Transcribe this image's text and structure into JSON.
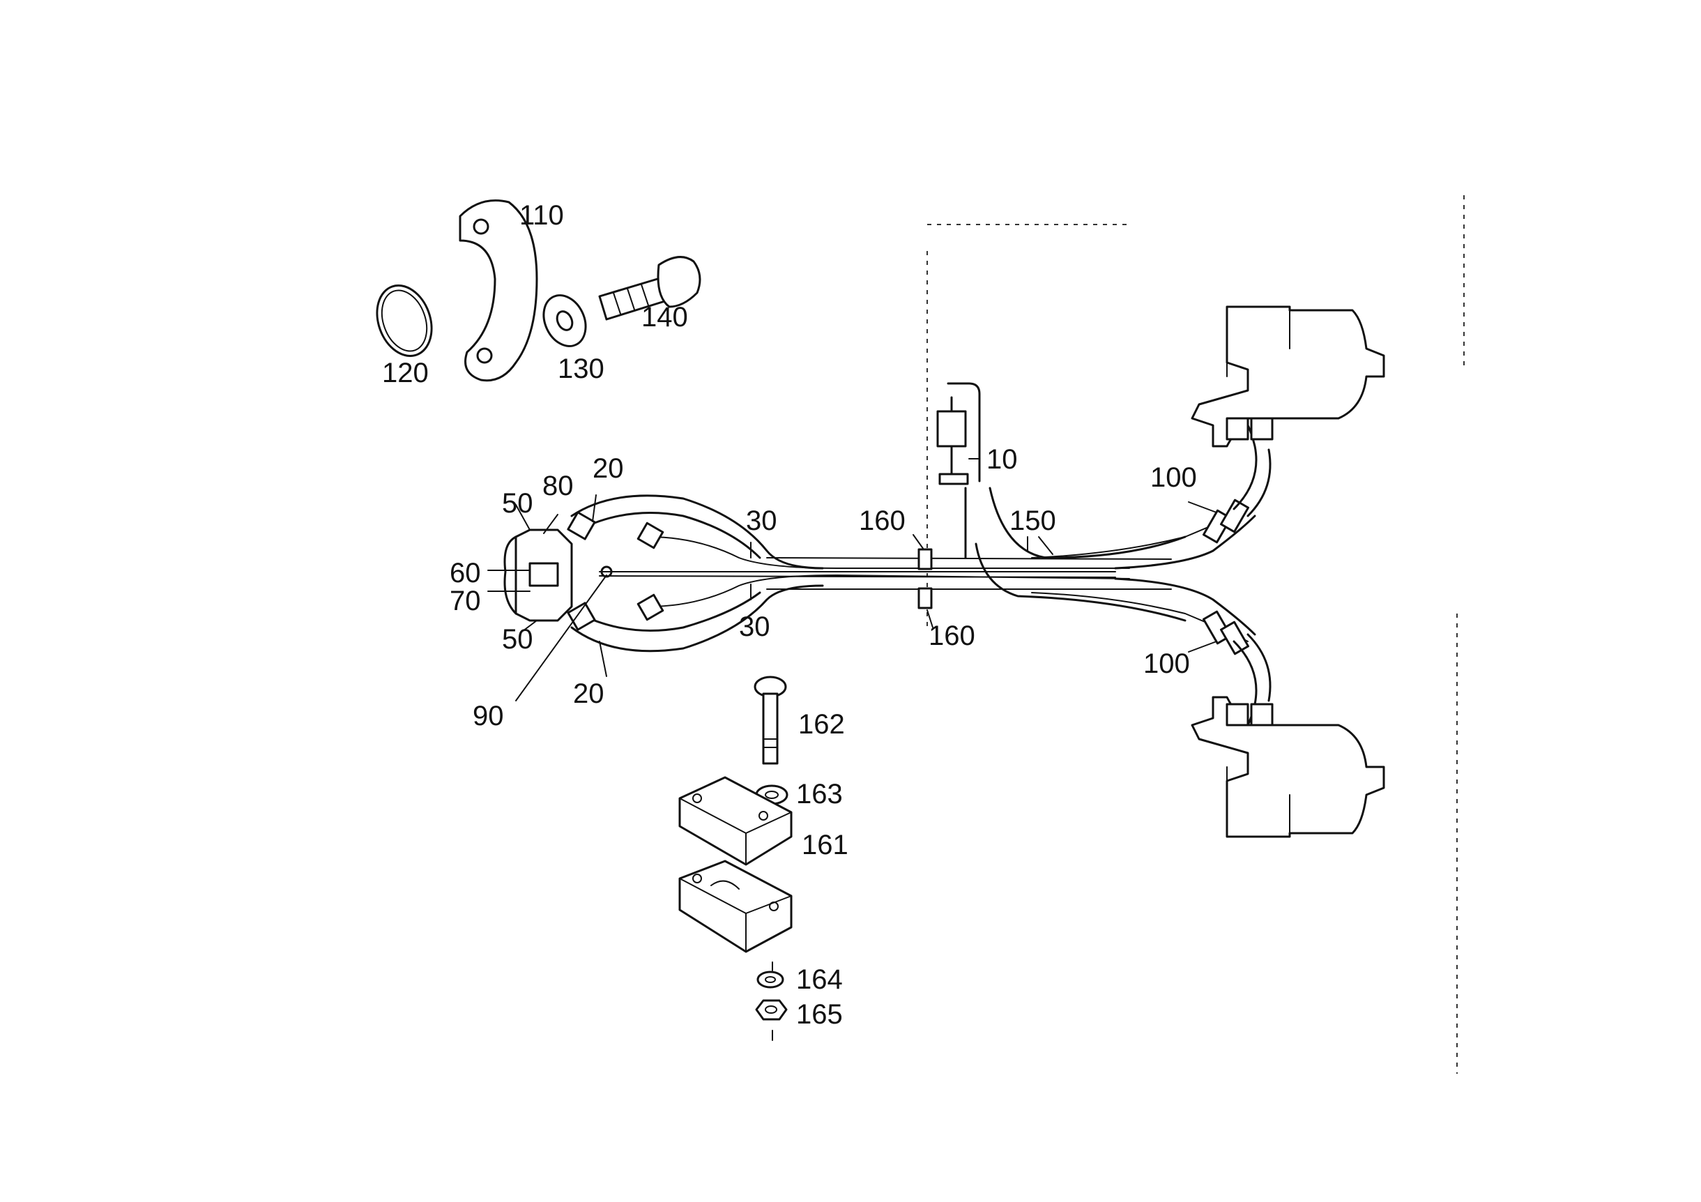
{
  "callouts": {
    "c10": "10",
    "c20a": "20",
    "c20b": "20",
    "c30a": "30",
    "c30b": "30",
    "c50a": "50",
    "c50b": "50",
    "c60": "60",
    "c70": "70",
    "c80": "80",
    "c90": "90",
    "c100a": "100",
    "c100b": "100",
    "c110": "110",
    "c120": "120",
    "c130": "130",
    "c140": "140",
    "c150": "150",
    "c160a": "160",
    "c160b": "160",
    "c161": "161",
    "c162": "162",
    "c163": "163",
    "c164": "164",
    "c165": "165"
  }
}
